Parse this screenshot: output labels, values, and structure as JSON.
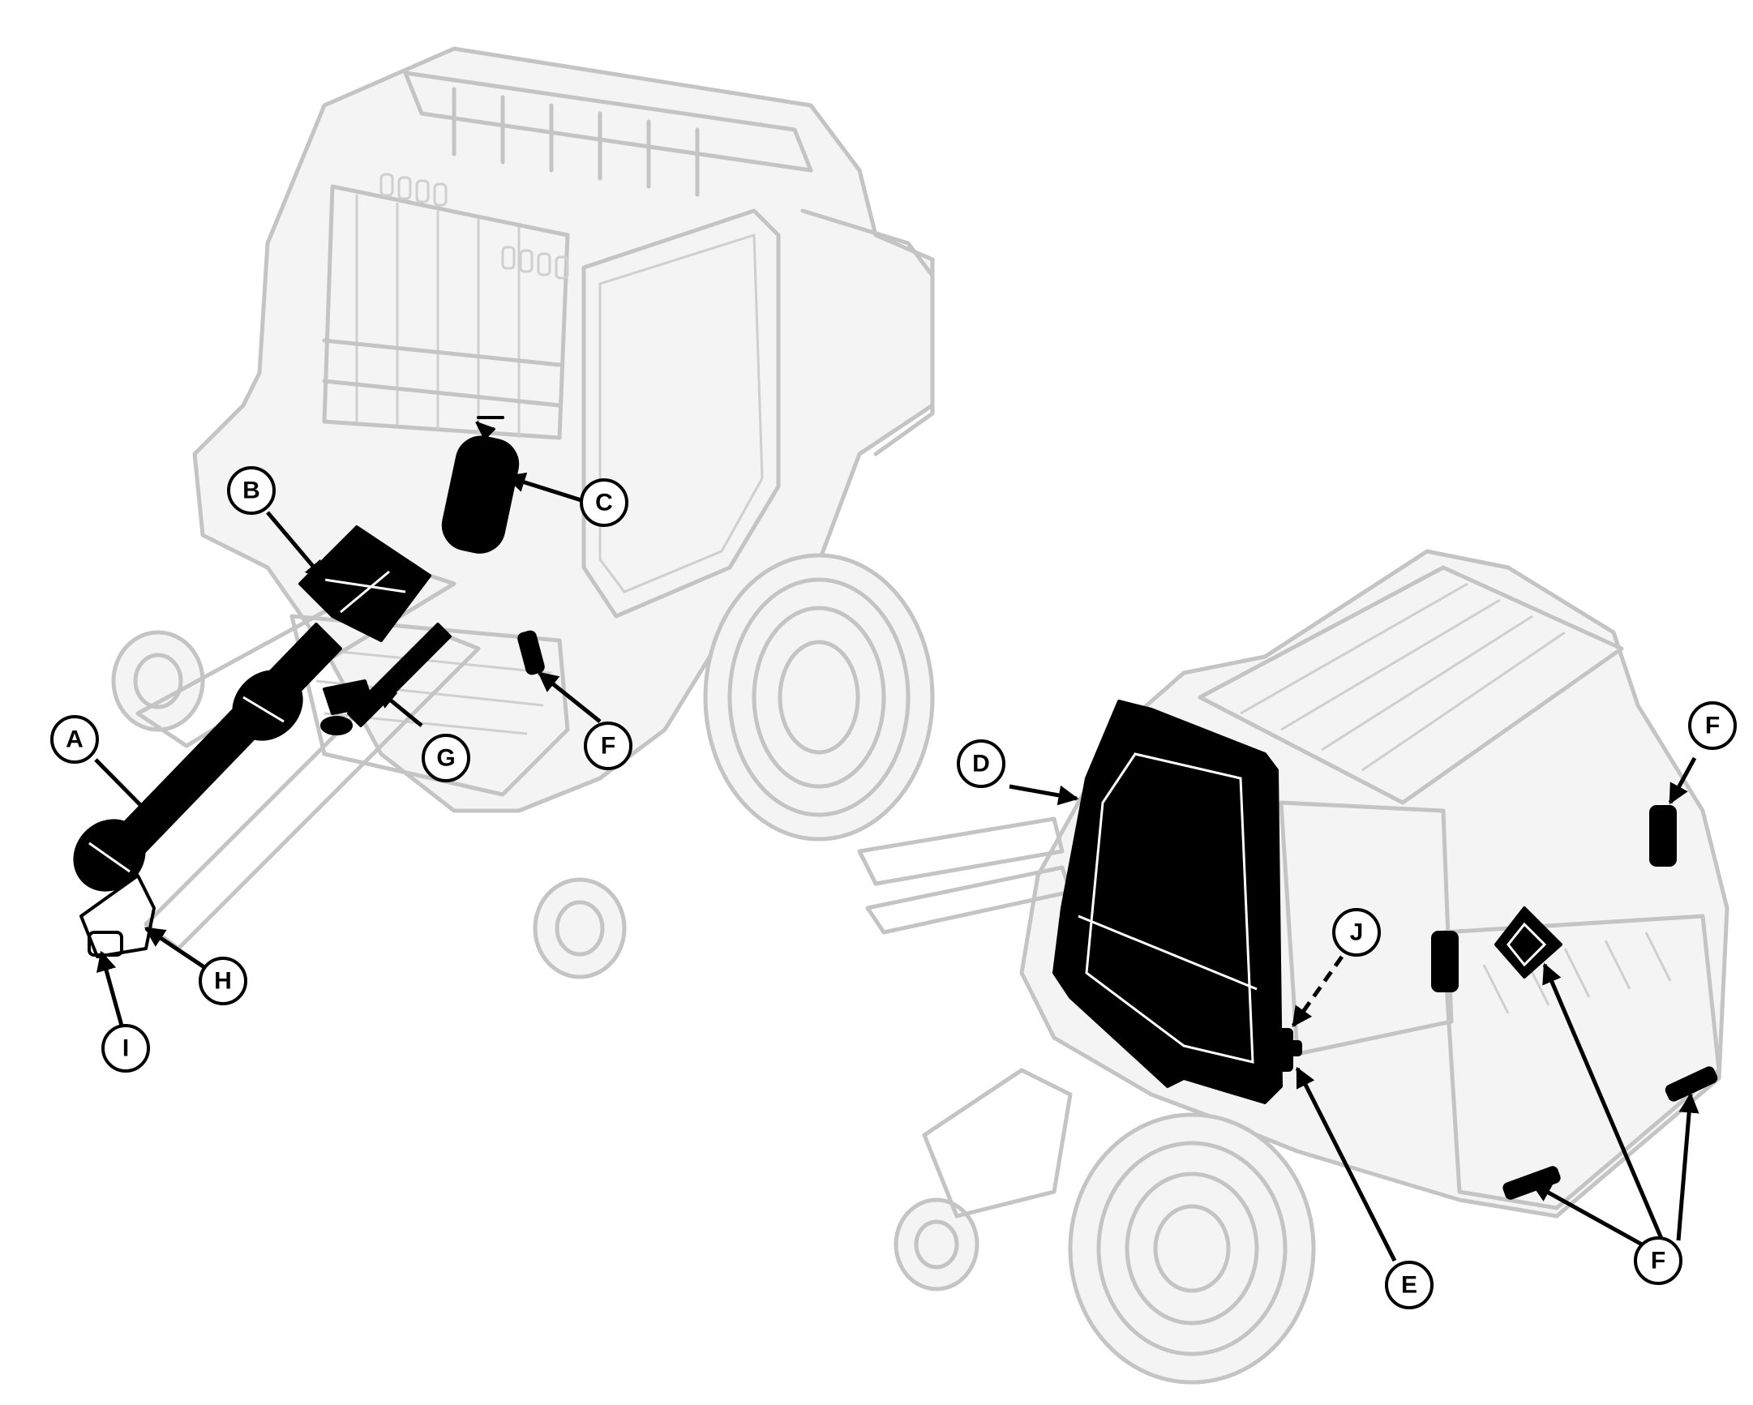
{
  "callouts": {
    "A": "A",
    "B": "B",
    "C": "C",
    "D": "D",
    "E": "E",
    "F": "F",
    "G": "G",
    "H": "H",
    "I": "I",
    "J": "J"
  },
  "colors": {
    "ghost_outline": "#c4c4c4",
    "highlight": "#000000",
    "background": "#ffffff"
  }
}
